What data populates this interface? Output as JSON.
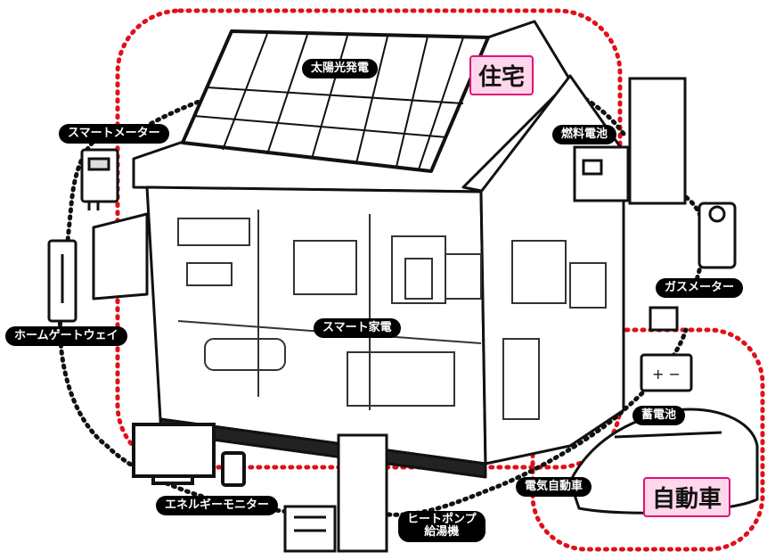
{
  "zones": {
    "house": "住宅",
    "car": "自動車"
  },
  "labels": {
    "solar": "太陽光発電",
    "smart_meter": "スマートメーター",
    "fuel_cell": "燃料電池",
    "gas_meter": "ガスメーター",
    "home_gateway": "ホームゲートウェイ",
    "smart_appliance": "スマート家電",
    "storage_battery": "蓄電池",
    "electric_car": "電気自動車",
    "energy_monitor": "エネルギーモニター",
    "heat_pump_line1": "ヒートポンプ",
    "heat_pump_line2": "給湯機"
  },
  "colors": {
    "dotted_boundary": "#e0101a",
    "zone_fill": "#ffd6ec",
    "zone_border": "#e0117a",
    "label_bg": "#000000",
    "label_text": "#ffffff"
  }
}
